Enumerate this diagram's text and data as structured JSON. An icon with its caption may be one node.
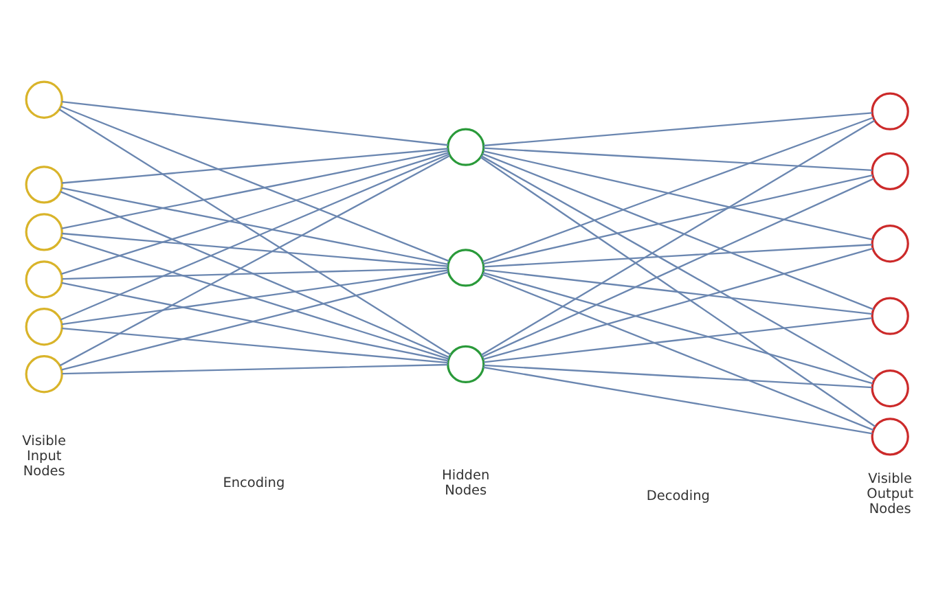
{
  "diagram": {
    "nodes": [
      {
        "text": [],
        "shape": "circle"
      },
      {
        "text": [],
        "shape": "circle"
      },
      {
        "text": [],
        "shape": "circle"
      },
      {
        "text": [],
        "shape": "circle"
      },
      {
        "text": [],
        "shape": "circle"
      },
      {
        "text": [],
        "shape": "circle"
      },
      {
        "text": [],
        "shape": "circle"
      },
      {
        "text": [],
        "shape": "circle"
      },
      {
        "text": [],
        "shape": "circle"
      },
      {
        "text": [],
        "shape": "circle"
      },
      {
        "text": [],
        "shape": "circle"
      },
      {
        "text": [],
        "shape": "circle"
      },
      {
        "text": [],
        "shape": "circle"
      },
      {
        "text": [],
        "shape": "circle"
      },
      {
        "text": [],
        "shape": "circle"
      }
    ],
    "edges": [
      {
        "from": 0,
        "to": 6,
        "arrow": "none"
      },
      {
        "from": 0,
        "to": 7,
        "arrow": "none"
      },
      {
        "from": 0,
        "to": 8,
        "arrow": "none"
      },
      {
        "from": 1,
        "to": 6,
        "arrow": "none"
      },
      {
        "from": 1,
        "to": 7,
        "arrow": "none"
      },
      {
        "from": 1,
        "to": 8,
        "arrow": "none"
      },
      {
        "from": 2,
        "to": 6,
        "arrow": "none"
      },
      {
        "from": 2,
        "to": 7,
        "arrow": "none"
      },
      {
        "from": 2,
        "to": 8,
        "arrow": "none"
      },
      {
        "from": 3,
        "to": 6,
        "arrow": "none"
      },
      {
        "from": 3,
        "to": 7,
        "arrow": "none"
      },
      {
        "from": 3,
        "to": 8,
        "arrow": "none"
      },
      {
        "from": 4,
        "to": 6,
        "arrow": "none"
      },
      {
        "from": 4,
        "to": 7,
        "arrow": "none"
      },
      {
        "from": 4,
        "to": 8,
        "arrow": "none"
      },
      {
        "from": 5,
        "to": 6,
        "arrow": "none"
      },
      {
        "from": 5,
        "to": 7,
        "arrow": "none"
      },
      {
        "from": 5,
        "to": 8,
        "arrow": "none"
      },
      {
        "from": 6,
        "to": 9,
        "arrow": "none"
      },
      {
        "from": 6,
        "to": 10,
        "arrow": "none"
      },
      {
        "from": 6,
        "to": 11,
        "arrow": "none"
      },
      {
        "from": 6,
        "to": 12,
        "arrow": "none"
      },
      {
        "from": 6,
        "to": 13,
        "arrow": "none"
      },
      {
        "from": 6,
        "to": 14,
        "arrow": "none"
      },
      {
        "from": 7,
        "to": 9,
        "arrow": "none"
      },
      {
        "from": 7,
        "to": 10,
        "arrow": "none"
      },
      {
        "from": 7,
        "to": 11,
        "arrow": "none"
      },
      {
        "from": 7,
        "to": 12,
        "arrow": "none"
      },
      {
        "from": 7,
        "to": 13,
        "arrow": "none"
      },
      {
        "from": 7,
        "to": 14,
        "arrow": "none"
      },
      {
        "from": 8,
        "to": 9,
        "arrow": "none"
      },
      {
        "from": 8,
        "to": 10,
        "arrow": "none"
      },
      {
        "from": 8,
        "to": 11,
        "arrow": "none"
      },
      {
        "from": 8,
        "to": 12,
        "arrow": "none"
      },
      {
        "from": 8,
        "to": 13,
        "arrow": "none"
      },
      {
        "from": 8,
        "to": 14,
        "arrow": "none"
      }
    ],
    "labels": [
      "Visible Input Nodes",
      "Encoding",
      "Hidden Nodes",
      "Decoding",
      "Visible Output Nodes"
    ]
  }
}
